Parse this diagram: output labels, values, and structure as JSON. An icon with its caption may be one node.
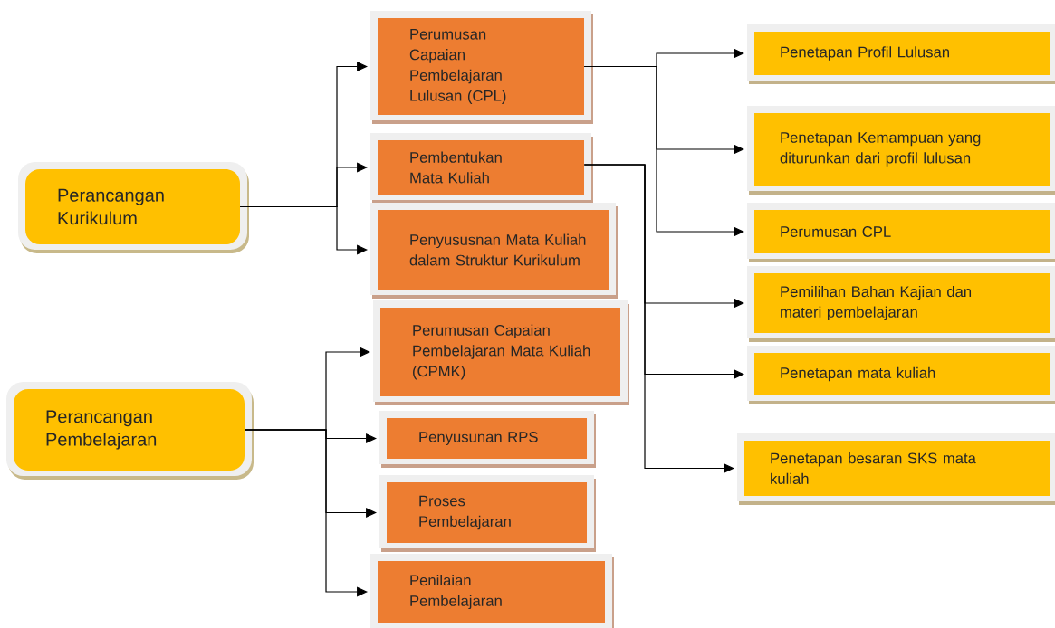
{
  "diagram": {
    "nodes": [
      {
        "text": [
          "Perancangan Kurikulum"
        ]
      },
      {
        "text": [
          "Perumusan Capaian Pembelajaran Lulusan (CPL)"
        ]
      },
      {
        "text": [
          "Pembentukan Mata Kuliah"
        ]
      },
      {
        "text": [
          "Penyususnan Mata Kuliah dalam Struktur Kurikulum"
        ]
      },
      {
        "text": [
          "Perancangan Pembelajaran"
        ]
      },
      {
        "text": [
          "Perumusan Capaian Pembelajaran Mata Kuliah (CPMK)"
        ]
      },
      {
        "text": [
          "Penyusunan RPS"
        ]
      },
      {
        "text": [
          "Proses Pembelajaran"
        ]
      },
      {
        "text": [
          "Penilaian Pembelajaran"
        ]
      },
      {
        "text": [
          "Penetapan Profil Lulusan"
        ]
      },
      {
        "text": [
          "Penetapan Kemampuan yang diturunkan dari profil lulusan"
        ]
      },
      {
        "text": [
          "Perumusan CPL"
        ]
      },
      {
        "text": [
          "Pemilihan Bahan Kajian dan materi pembelajaran"
        ]
      },
      {
        "text": [
          "Penetapan mata kuliah"
        ]
      },
      {
        "text": [
          "Penetapan besaran SKS mata kuliah"
        ]
      }
    ],
    "edges": [
      {
        "from": 0,
        "to": 1,
        "arrow": "to"
      },
      {
        "from": 0,
        "to": 2,
        "arrow": "to"
      },
      {
        "from": 0,
        "to": 3,
        "arrow": "to"
      },
      {
        "from": 4,
        "to": 5,
        "arrow": "to"
      },
      {
        "from": 4,
        "to": 6,
        "arrow": "to"
      },
      {
        "from": 4,
        "to": 7,
        "arrow": "to"
      },
      {
        "from": 4,
        "to": 8,
        "arrow": "to"
      },
      {
        "from": 1,
        "to": 9,
        "arrow": "to"
      },
      {
        "from": 1,
        "to": 10,
        "arrow": "to"
      },
      {
        "from": 1,
        "to": 11,
        "arrow": "to"
      },
      {
        "from": 2,
        "to": 12,
        "arrow": "to"
      },
      {
        "from": 2,
        "to": 13,
        "arrow": "to"
      },
      {
        "from": 2,
        "to": 14,
        "arrow": "to"
      }
    ]
  }
}
